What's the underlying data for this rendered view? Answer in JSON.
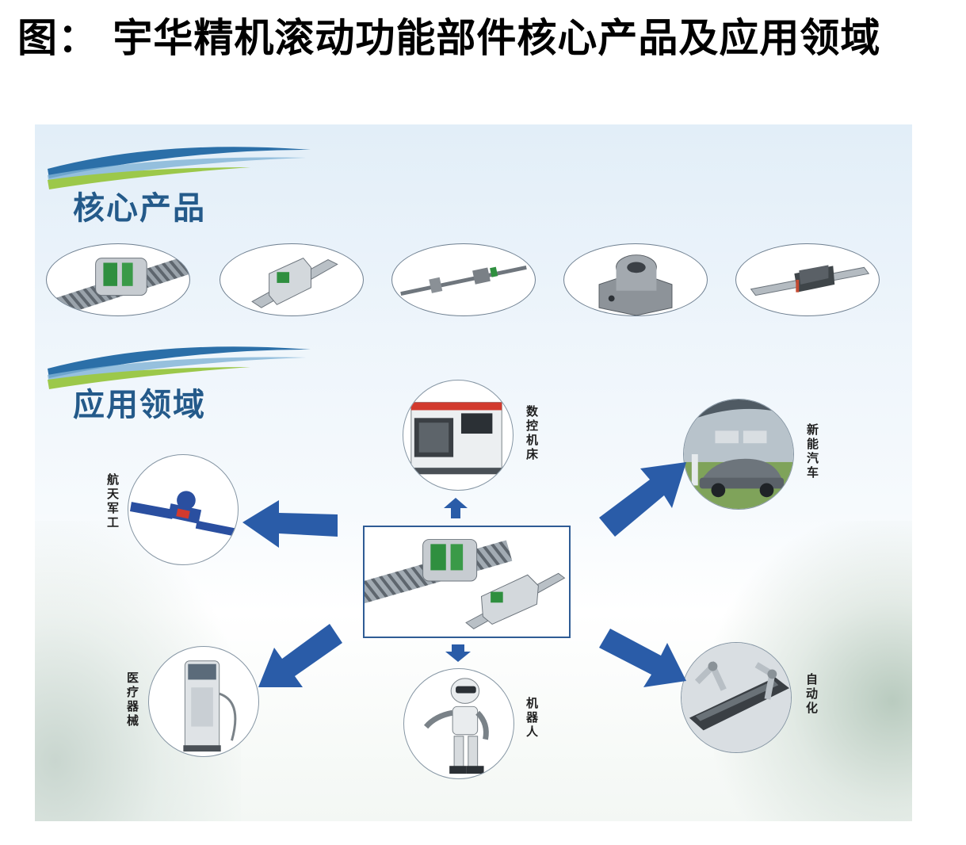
{
  "title": "图： 宇华精机滚动功能部件核心产品及应用领域",
  "sections": {
    "products": {
      "heading": "核心产品"
    },
    "applications": {
      "heading": "应用领域"
    }
  },
  "applications": {
    "cnc": "数控机床",
    "ev": "新能汽车",
    "aerospace": "航天军工",
    "medical": "医疗器械",
    "robot": "机器人",
    "automation": "自动化"
  },
  "colors": {
    "heading": "#245a8a",
    "arrow": "#2a5ca8",
    "frame": "#2f5c95"
  }
}
